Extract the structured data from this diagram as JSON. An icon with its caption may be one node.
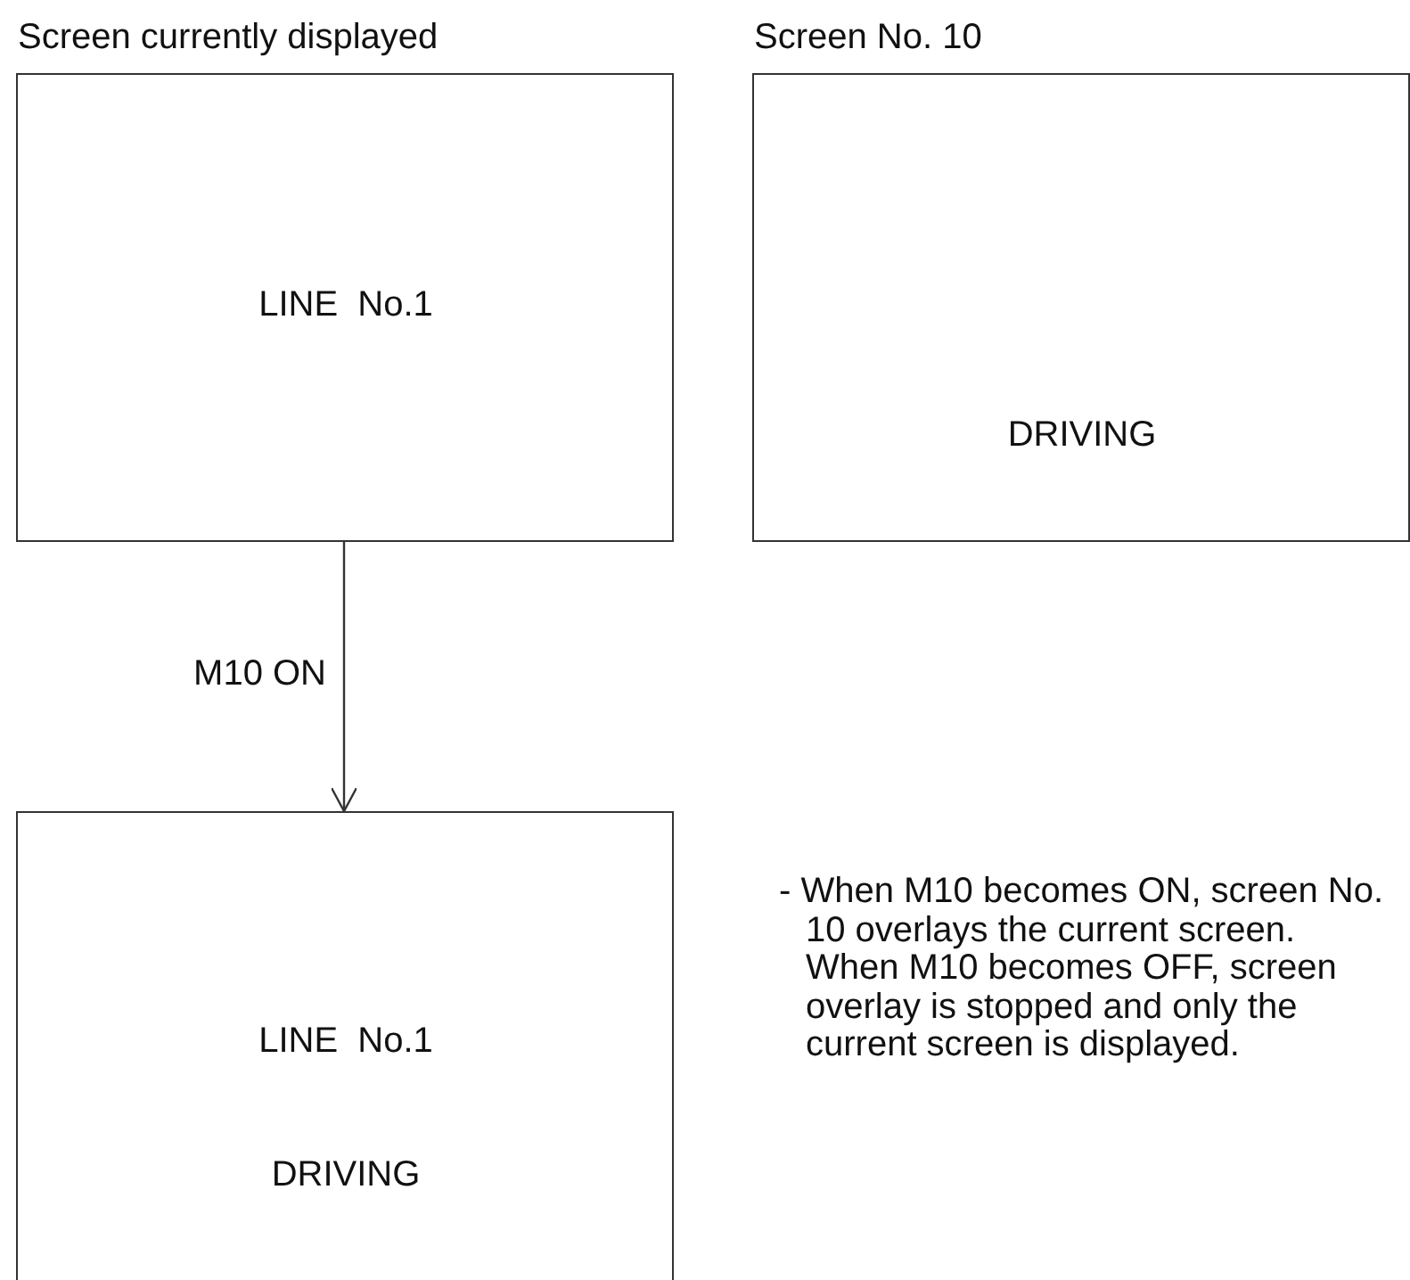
{
  "diagram": {
    "nodes": [
      {
        "text": [
          "Screen currently displayed",
          "LINE  No.1"
        ]
      },
      {
        "text": [
          "Screen No. 10",
          "DRIVING"
        ]
      },
      {
        "text": [
          "LINE  No.1",
          "DRIVING"
        ]
      }
    ],
    "edges": [
      {
        "from": 0,
        "to": 2,
        "arrow": "to",
        "label": "M10 ON"
      }
    ],
    "labels": [
      "- When M10 becomes ON, screen No. 10 overlays the current screen. When M10 becomes OFF, screen overlay is stopped and only the current screen is displayed."
    ]
  }
}
